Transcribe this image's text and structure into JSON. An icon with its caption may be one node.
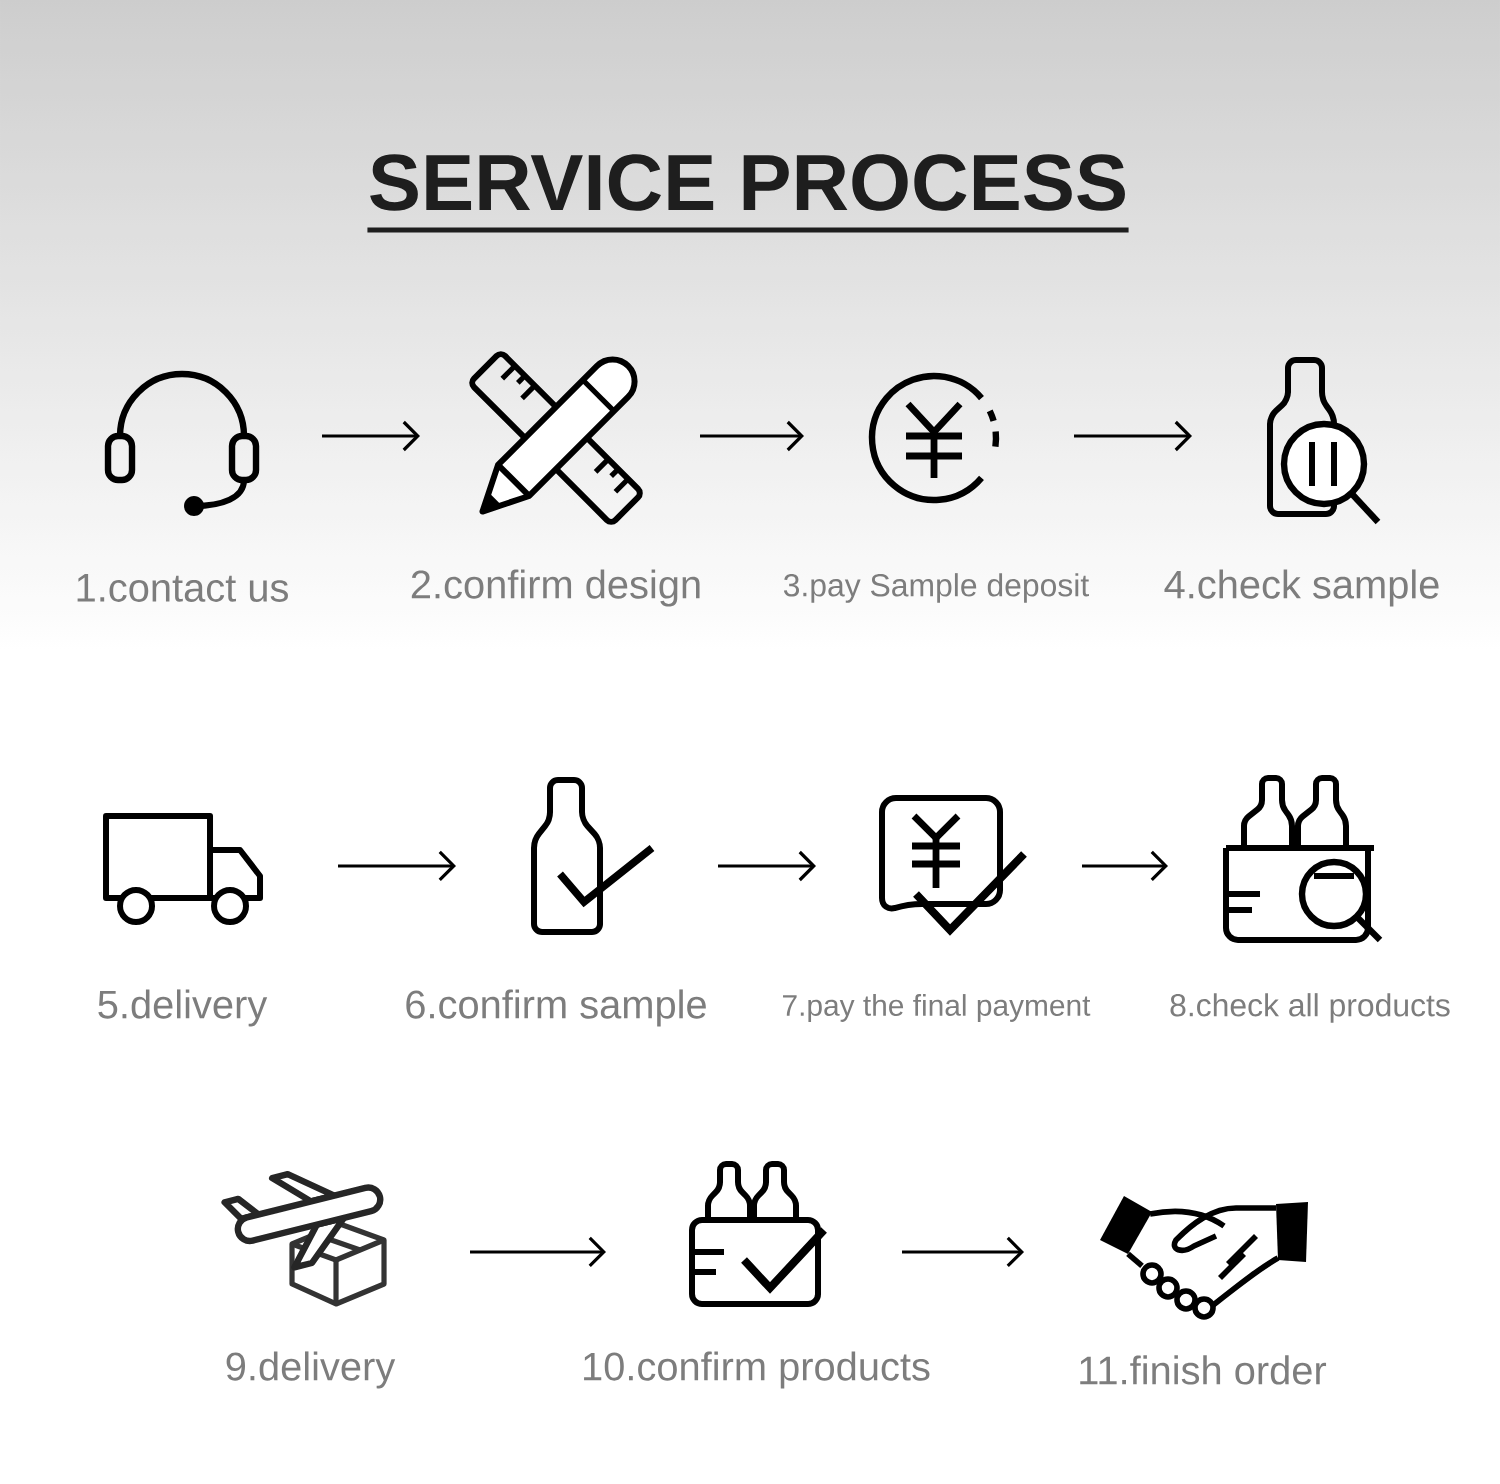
{
  "diagram": {
    "title": "SERVICE PROCESS",
    "nodes": [
      {
        "text": [
          "1.contact us"
        ]
      },
      {
        "text": [
          "2.confirm design"
        ]
      },
      {
        "text": [
          "3.pay Sample deposit"
        ]
      },
      {
        "text": [
          "4.check sample"
        ]
      },
      {
        "text": [
          "5.delivery"
        ]
      },
      {
        "text": [
          "6.confirm sample"
        ]
      },
      {
        "text": [
          "7.pay the final payment"
        ]
      },
      {
        "text": [
          "8.check all products"
        ]
      },
      {
        "text": [
          "9.delivery"
        ]
      },
      {
        "text": [
          "10.confirm products"
        ]
      },
      {
        "text": [
          "11.finish order"
        ]
      }
    ],
    "edges": [
      {
        "from": 0,
        "to": 1,
        "arrow": "to"
      },
      {
        "from": 1,
        "to": 2,
        "arrow": "to"
      },
      {
        "from": 2,
        "to": 3,
        "arrow": "to"
      },
      {
        "from": 4,
        "to": 5,
        "arrow": "to"
      },
      {
        "from": 5,
        "to": 6,
        "arrow": "to"
      },
      {
        "from": 6,
        "to": 7,
        "arrow": "to"
      },
      {
        "from": 8,
        "to": 9,
        "arrow": "to"
      },
      {
        "from": 9,
        "to": 10,
        "arrow": "to"
      }
    ]
  }
}
